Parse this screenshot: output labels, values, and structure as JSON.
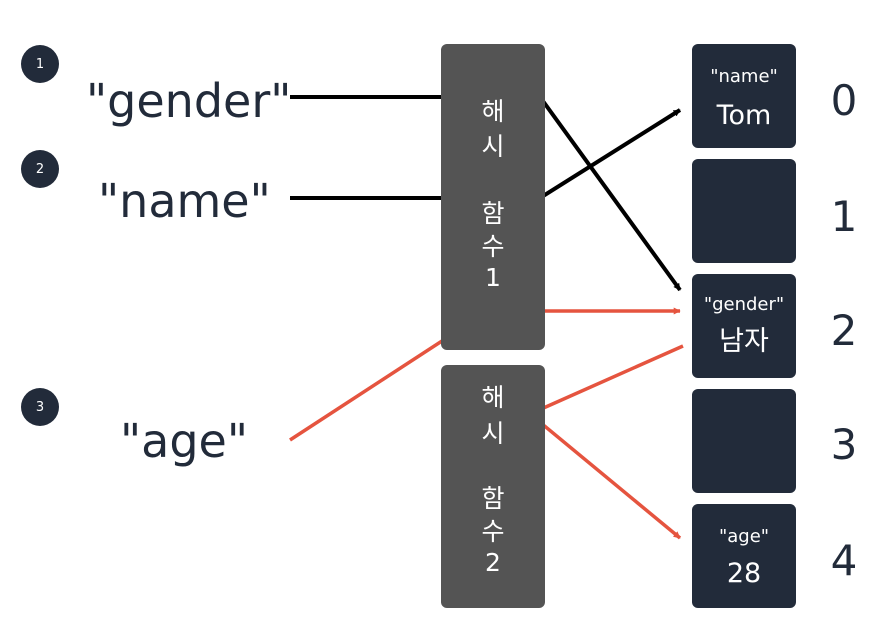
{
  "badges": [
    "1",
    "2",
    "3"
  ],
  "keys": [
    "\"gender\"",
    "\"name\"",
    "\"age\""
  ],
  "hash_functions": [
    {
      "line1": "해",
      "line2": "시",
      "line3": "함",
      "line4": "수",
      "line5": "1"
    },
    {
      "line1": "해",
      "line2": "시",
      "line3": "함",
      "line4": "수",
      "line5": "2"
    }
  ],
  "buckets": [
    {
      "index": "0",
      "key": "\"name\"",
      "value": "Tom"
    },
    {
      "index": "1",
      "key": "",
      "value": ""
    },
    {
      "index": "2",
      "key": "\"gender\"",
      "value": "남자"
    },
    {
      "index": "3",
      "key": "",
      "value": ""
    },
    {
      "index": "4",
      "key": "\"age\"",
      "value": "28"
    }
  ],
  "colors": {
    "dark": "#222b3a",
    "hash_box": "#545454",
    "arrow_black": "#000000",
    "arrow_red": "#e5543f",
    "background": "#ffffff"
  }
}
